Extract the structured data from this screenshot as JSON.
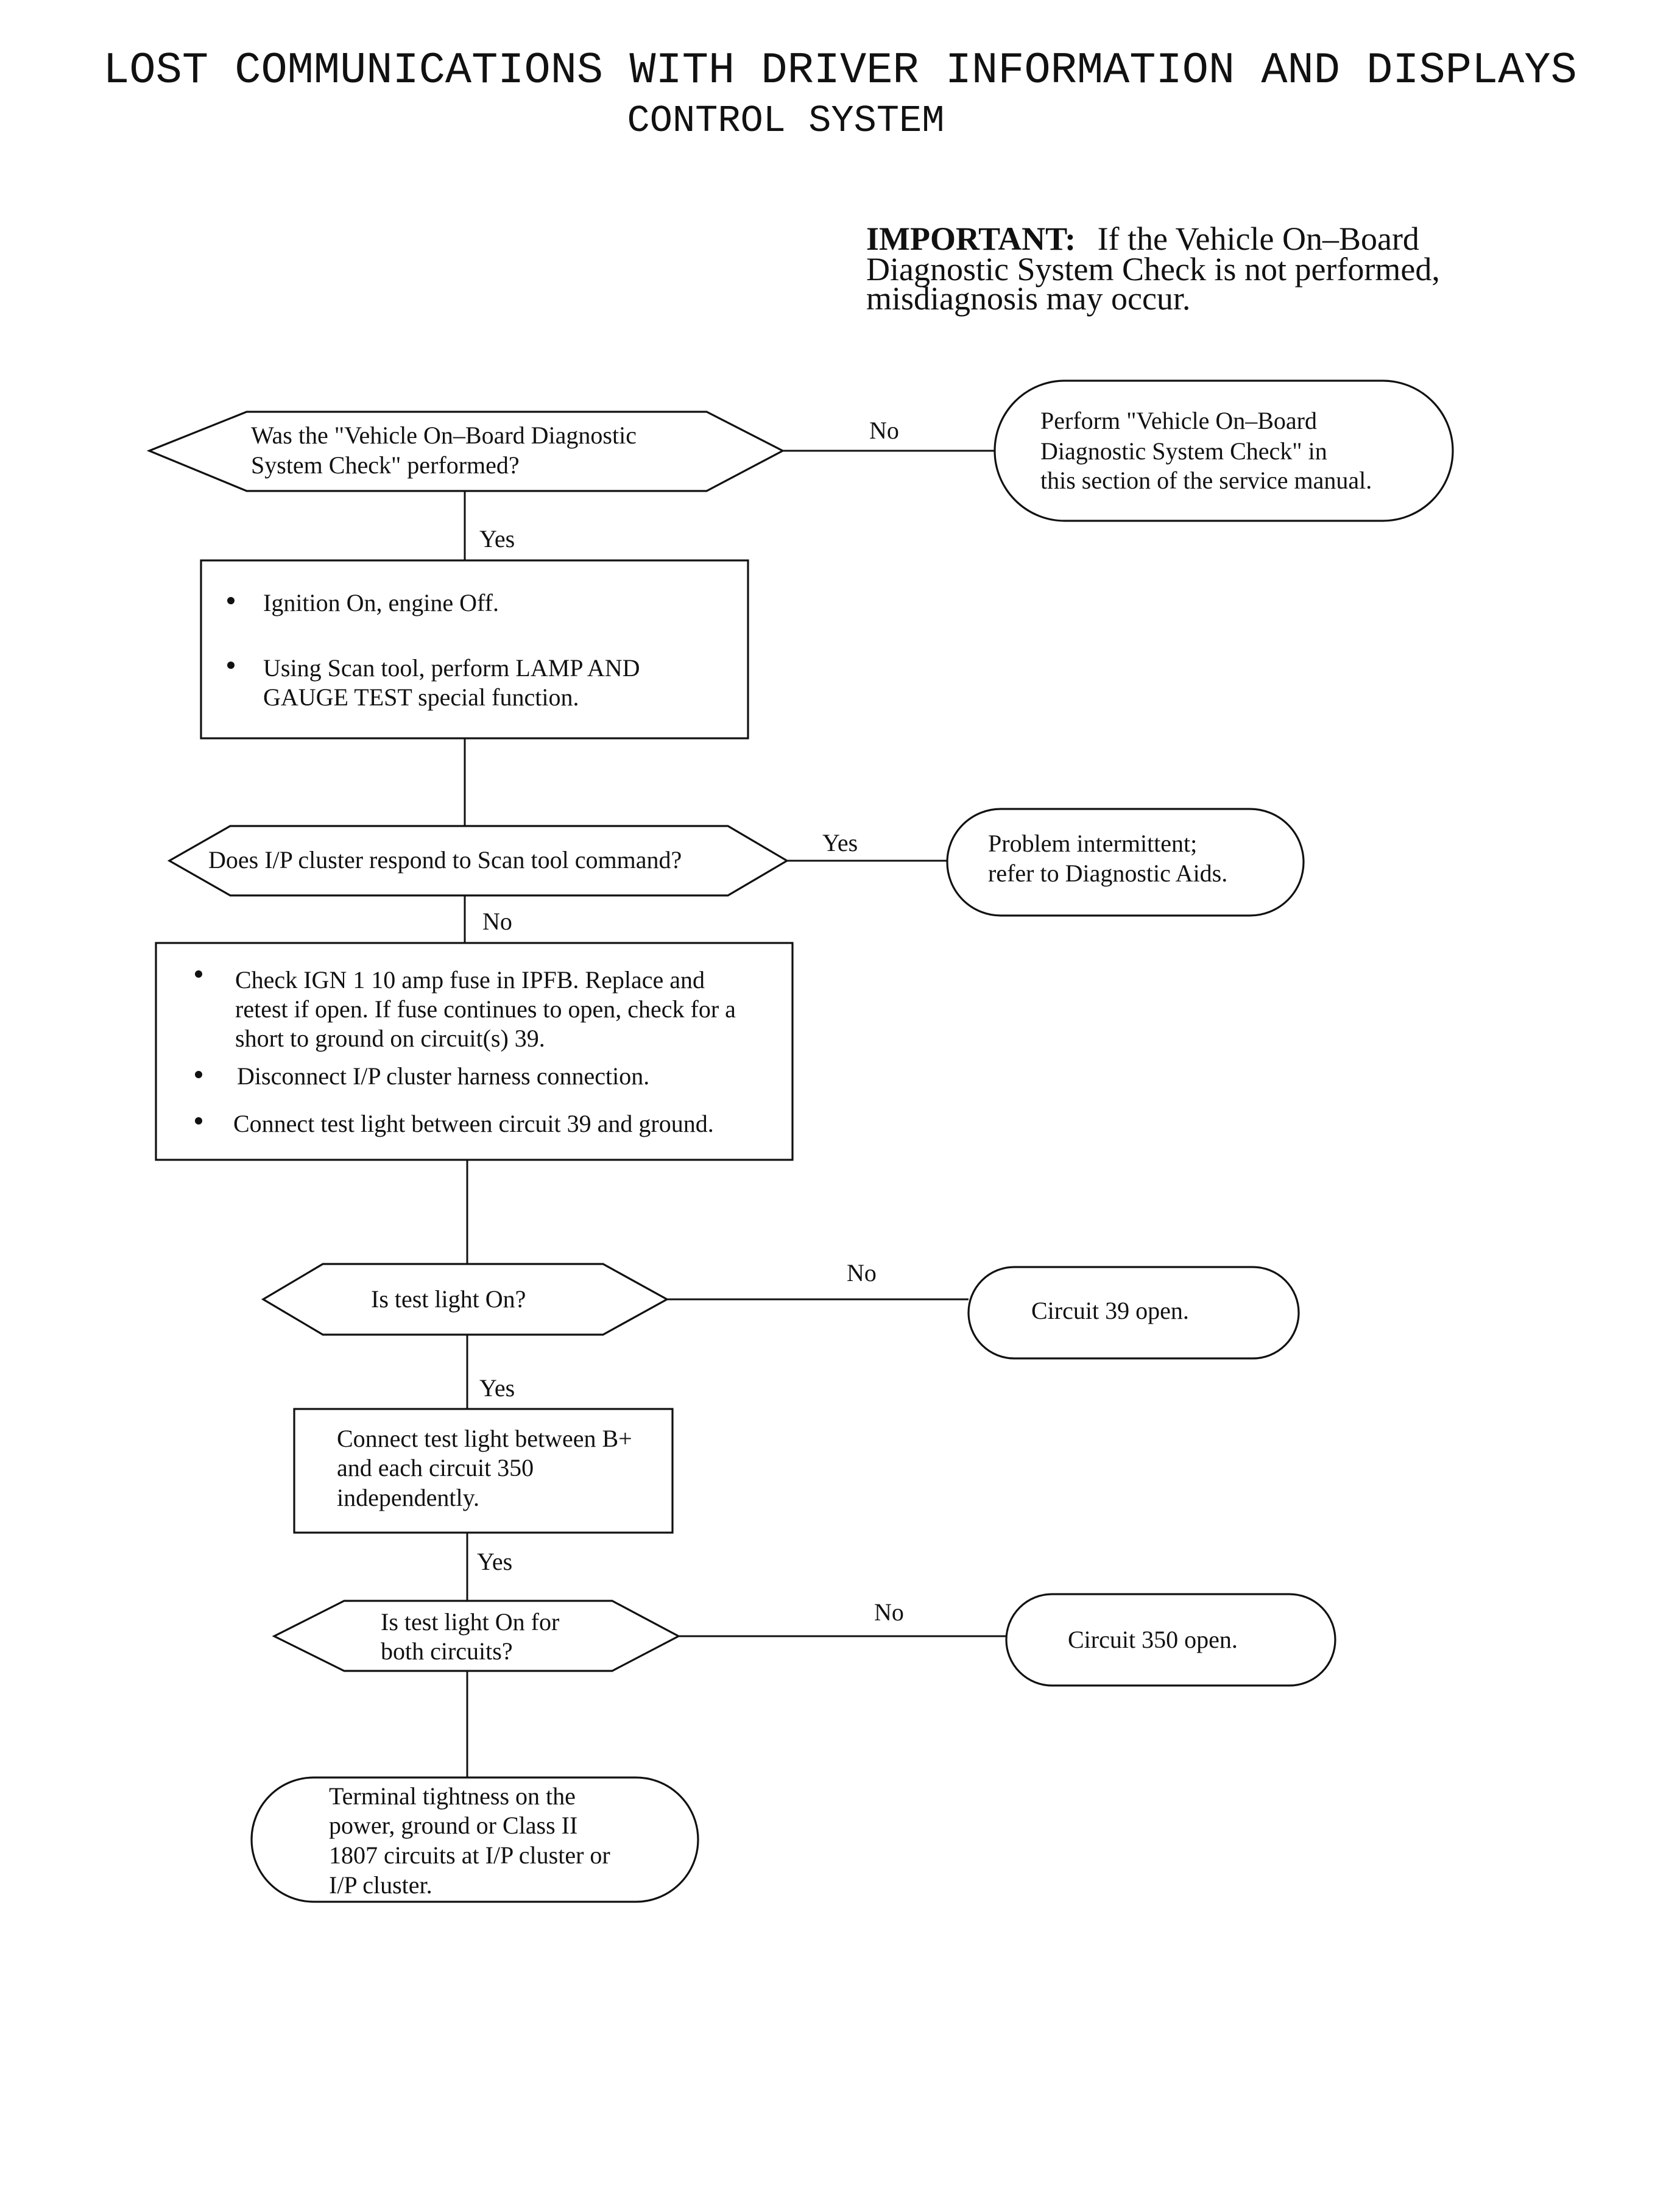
{
  "title": {
    "line1": "LOST COMMUNICATIONS WITH DRIVER INFORMATION AND DISPLAYS",
    "line2": "CONTROL SYSTEM"
  },
  "important": {
    "label": "IMPORTANT:",
    "line1": "If the Vehicle On–Board",
    "line2": "Diagnostic System Check is not performed,",
    "line3": "misdiagnosis may occur."
  },
  "decision1": {
    "line1": "Was the \"Vehicle On–Board Diagnostic",
    "line2": "System Check\" performed?"
  },
  "label_no1": "No",
  "terminal1": {
    "line1": "Perform \"Vehicle On–Board",
    "line2": "Diagnostic System Check\" in",
    "line3": "this section of the service manual."
  },
  "label_yes1": "Yes",
  "step1": {
    "bullet1": "Ignition On, engine Off.",
    "bullet2_line1": "Using Scan tool, perform LAMP AND",
    "bullet2_line2": "GAUGE TEST special function."
  },
  "decision2": {
    "line1": "Does I/P cluster respond to Scan tool command?"
  },
  "label_yes2": "Yes",
  "terminal2": {
    "line1": "Problem intermittent;",
    "line2": "refer to Diagnostic Aids."
  },
  "label_no2": "No",
  "step2": {
    "bullet1_line1": "Check IGN 1 10 amp fuse in IPFB.  Replace and",
    "bullet1_line2": "retest if open.  If fuse continues to open, check for a",
    "bullet1_line3": "short to ground on circuit(s) 39.",
    "bullet2": "Disconnect I/P cluster harness connection.",
    "bullet3": "Connect test light between circuit 39 and ground."
  },
  "decision3": {
    "line1": "Is test light On?"
  },
  "label_no3": "No",
  "terminal3": {
    "line1": "Circuit 39 open."
  },
  "label_yes3": "Yes",
  "step3": {
    "line1": "Connect test light between B+",
    "line2": "and each circuit 350",
    "line3": "independently."
  },
  "label_yes4": "Yes",
  "decision4": {
    "line1": "Is test light On for",
    "line2": "both circuits?"
  },
  "label_no4": "No",
  "terminal4": {
    "line1": "Circuit 350 open."
  },
  "terminal5": {
    "line1": "Terminal tightness on the",
    "line2": "power, ground or Class II",
    "line3": "1807 circuits at I/P cluster or",
    "line4": "I/P cluster."
  }
}
